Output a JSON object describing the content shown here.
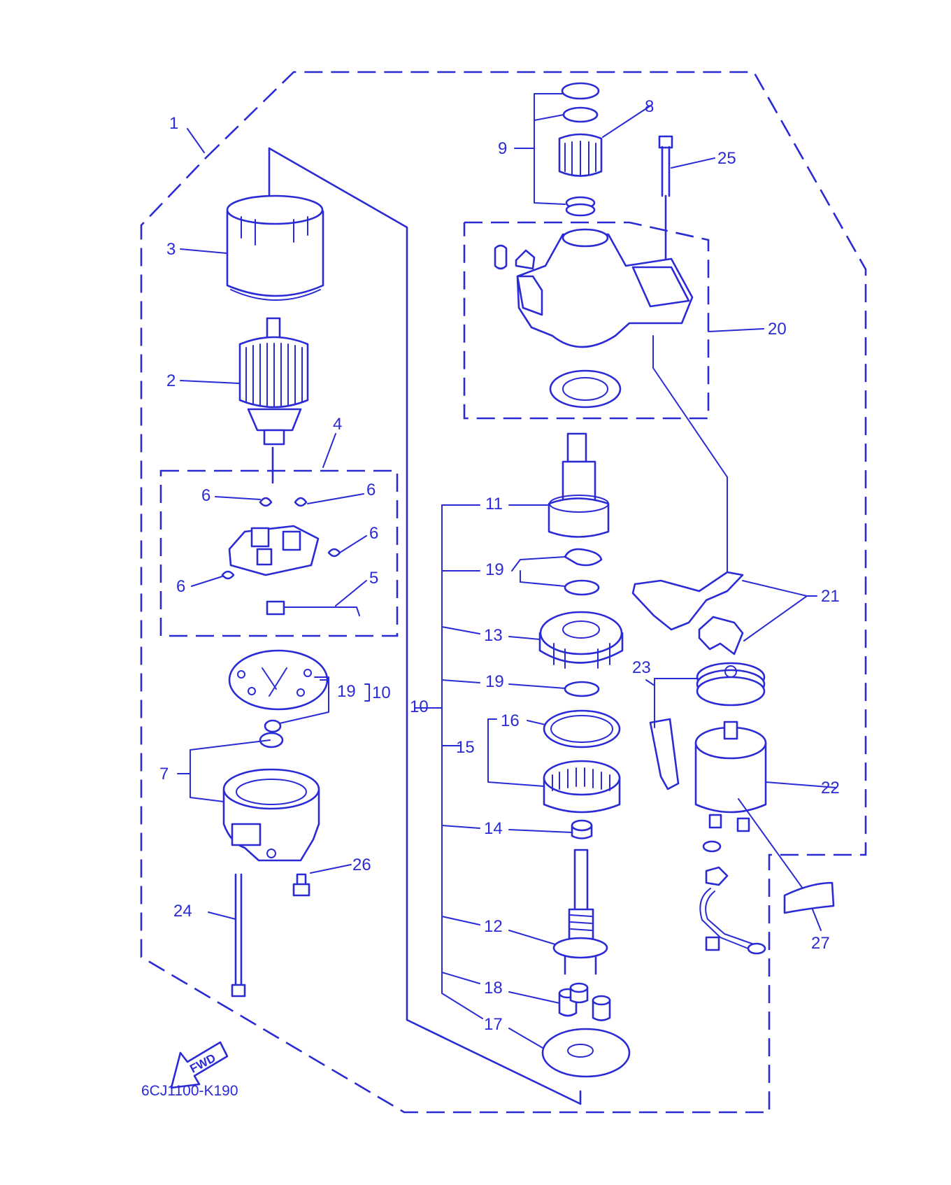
{
  "diagram": {
    "figure_code": "6CJ1100-K190",
    "fwd_label": "FWD",
    "colors": {
      "line": "#2b2bd6",
      "background": "#ffffff"
    },
    "callouts": [
      "1",
      "2",
      "3",
      "4",
      "5",
      "6",
      "6",
      "6",
      "6",
      "7",
      "8",
      "9",
      "10",
      "10",
      "11",
      "12",
      "13",
      "14",
      "15",
      "16",
      "17",
      "18",
      "19",
      "19",
      "19",
      "20",
      "21",
      "22",
      "23",
      "24",
      "25",
      "26",
      "27"
    ]
  }
}
